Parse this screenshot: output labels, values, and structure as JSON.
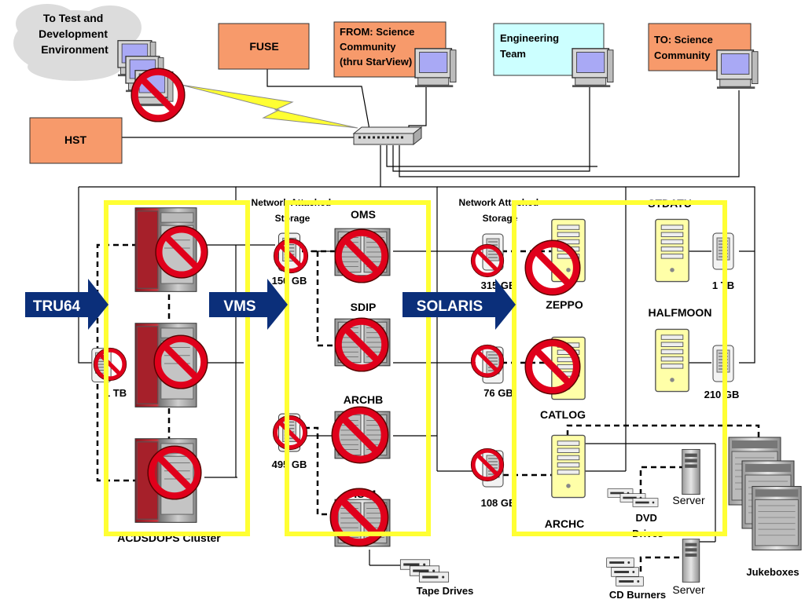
{
  "labels": {
    "test_dev": [
      "To Test and",
      "Development",
      "Environment"
    ],
    "fuse": "FUSE",
    "from_science": [
      "FROM:  Science",
      "Community",
      "(thru StarView)"
    ],
    "engineering": [
      "Engineering",
      " Team"
    ],
    "to_science": [
      "TO:  Science",
      "Community"
    ],
    "hst": "HST",
    "nas_left": [
      "Network Attached",
      "Storage"
    ],
    "nas_right": [
      "Network Attached",
      "Storage"
    ],
    "oms": "OMS",
    "sdip": "SDIP",
    "archb": "ARCHB",
    "hst1": "HST1",
    "stdatu": "STDATU",
    "halfmoon": "HALFMOON",
    "zeppo": "ZEPPO",
    "catlog": "CATLOG",
    "archc": "ARCHC",
    "cluster": "ACDSDOPS Cluster",
    "disk_150": "150 GB",
    "disk_495": "495 GB",
    "disk_1tb_left": "1 TB",
    "disk_315": "315 GB",
    "disk_76": "76 GB",
    "disk_108": "108 GB",
    "disk_1tb_right": "1 TB",
    "disk_210": "210 GB",
    "tape_drives": "Tape Drives",
    "dvd_drives": [
      "DVD",
      "Drives"
    ],
    "cd_burners": "CD Burners",
    "server_1": "Server",
    "server_2": "Server",
    "jukeboxes": "Jukeboxes"
  },
  "arrows": {
    "tru64": "TRU64",
    "vms": "VMS",
    "solaris": "SOLARIS"
  },
  "colors": {
    "salmon_box": "#F79A6B",
    "cyan_box": "#CCFFFF",
    "yellow_frame": "#FFFF33",
    "arrow_navy": "#0B2F7A",
    "no_symbol_red": "#E0001B",
    "server_red": "#B8262F",
    "nas_yellow": "#FFFFA8"
  }
}
